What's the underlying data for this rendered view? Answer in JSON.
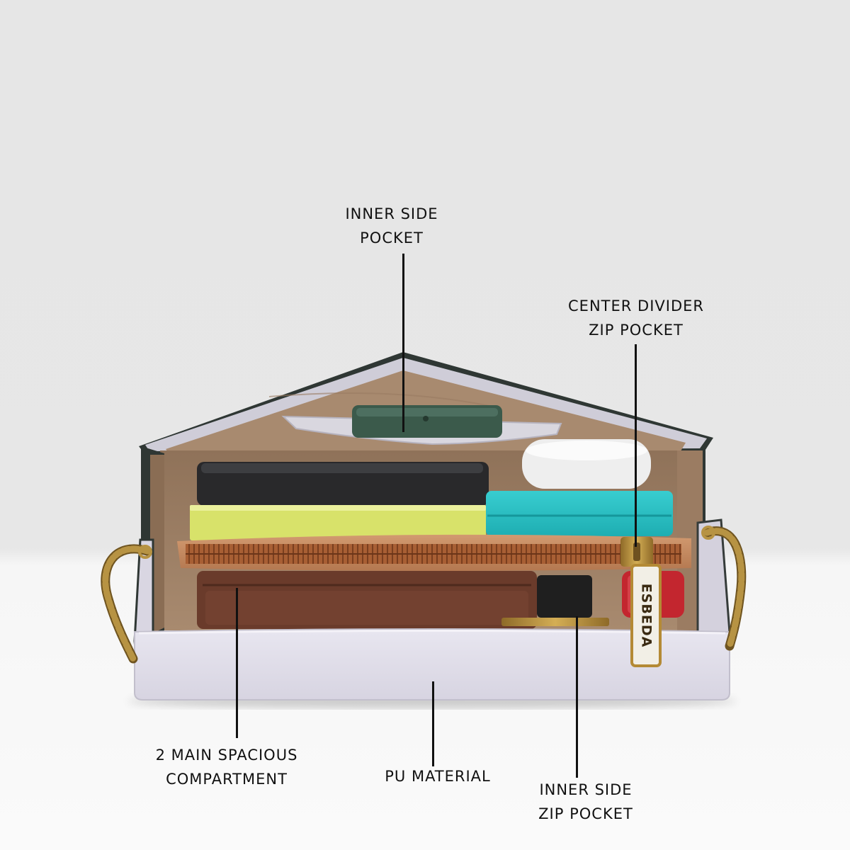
{
  "labels": {
    "inner_side_pocket": {
      "line1": "INNER SIDE",
      "line2": "POCKET"
    },
    "center_divider_zip_pocket": {
      "line1": "CENTER DIVIDER",
      "line2": "ZIP POCKET"
    },
    "main_compartment": {
      "line1": "2 MAIN SPACIOUS",
      "line2": "COMPARTMENT"
    },
    "pu_material": {
      "line1": "PU MATERIAL"
    },
    "inner_side_zip_pocket": {
      "line1": "INNER SIDE",
      "line2": "ZIP POCKET"
    }
  },
  "brand_tag": "ESBEDA",
  "colors": {
    "backdrop_top": "#e6e6e6",
    "floor": "#fafafa",
    "bag_body": "#dfdce8",
    "lining": "#a3846a",
    "hardware_gold": "#b08a3a",
    "callout_text": "#111111"
  }
}
